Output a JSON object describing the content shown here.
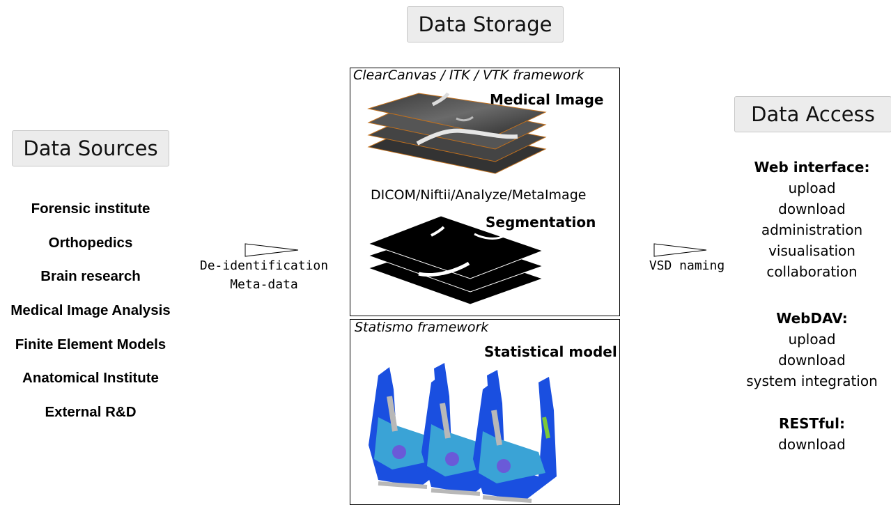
{
  "header_boxes": {
    "sources": "Data Sources",
    "storage": "Data Storage",
    "access": "Data Access"
  },
  "sources": [
    "Forensic institute",
    "Orthopedics",
    "Brain research",
    "Medical Image Analysis",
    "Finite Element Models",
    "Anatomical Institute",
    "External R&D"
  ],
  "left_arrow_labels": [
    "De-identification",
    "Meta-data"
  ],
  "right_arrow_label": "VSD naming",
  "storage": {
    "framework_1": "ClearCanvas / ITK / VTK framework",
    "medical_image": "Medical Image",
    "formats": "DICOM/Niftii/Analyze/MetaImage",
    "segmentation": "Segmentation",
    "framework_2": "Statismo framework",
    "statistical_model": "Statistical model"
  },
  "access": {
    "web_interface": {
      "heading": "Web interface:",
      "items": [
        "upload",
        "download",
        "administration",
        "visualisation",
        "collaboration"
      ]
    },
    "webdav": {
      "heading": "WebDAV:",
      "items": [
        "upload",
        "download",
        "system integration"
      ]
    },
    "restful": {
      "heading": "RESTful:",
      "items": [
        "download"
      ]
    }
  },
  "colors": {
    "header_bg": "#ececec",
    "slice_border": "#c0701e",
    "model_blue": "#1a4fe0",
    "model_cyan": "#3aa3d6",
    "model_green": "#7cc83a",
    "model_violet": "#6a5ad8",
    "model_gray": "#b8b8b8"
  }
}
